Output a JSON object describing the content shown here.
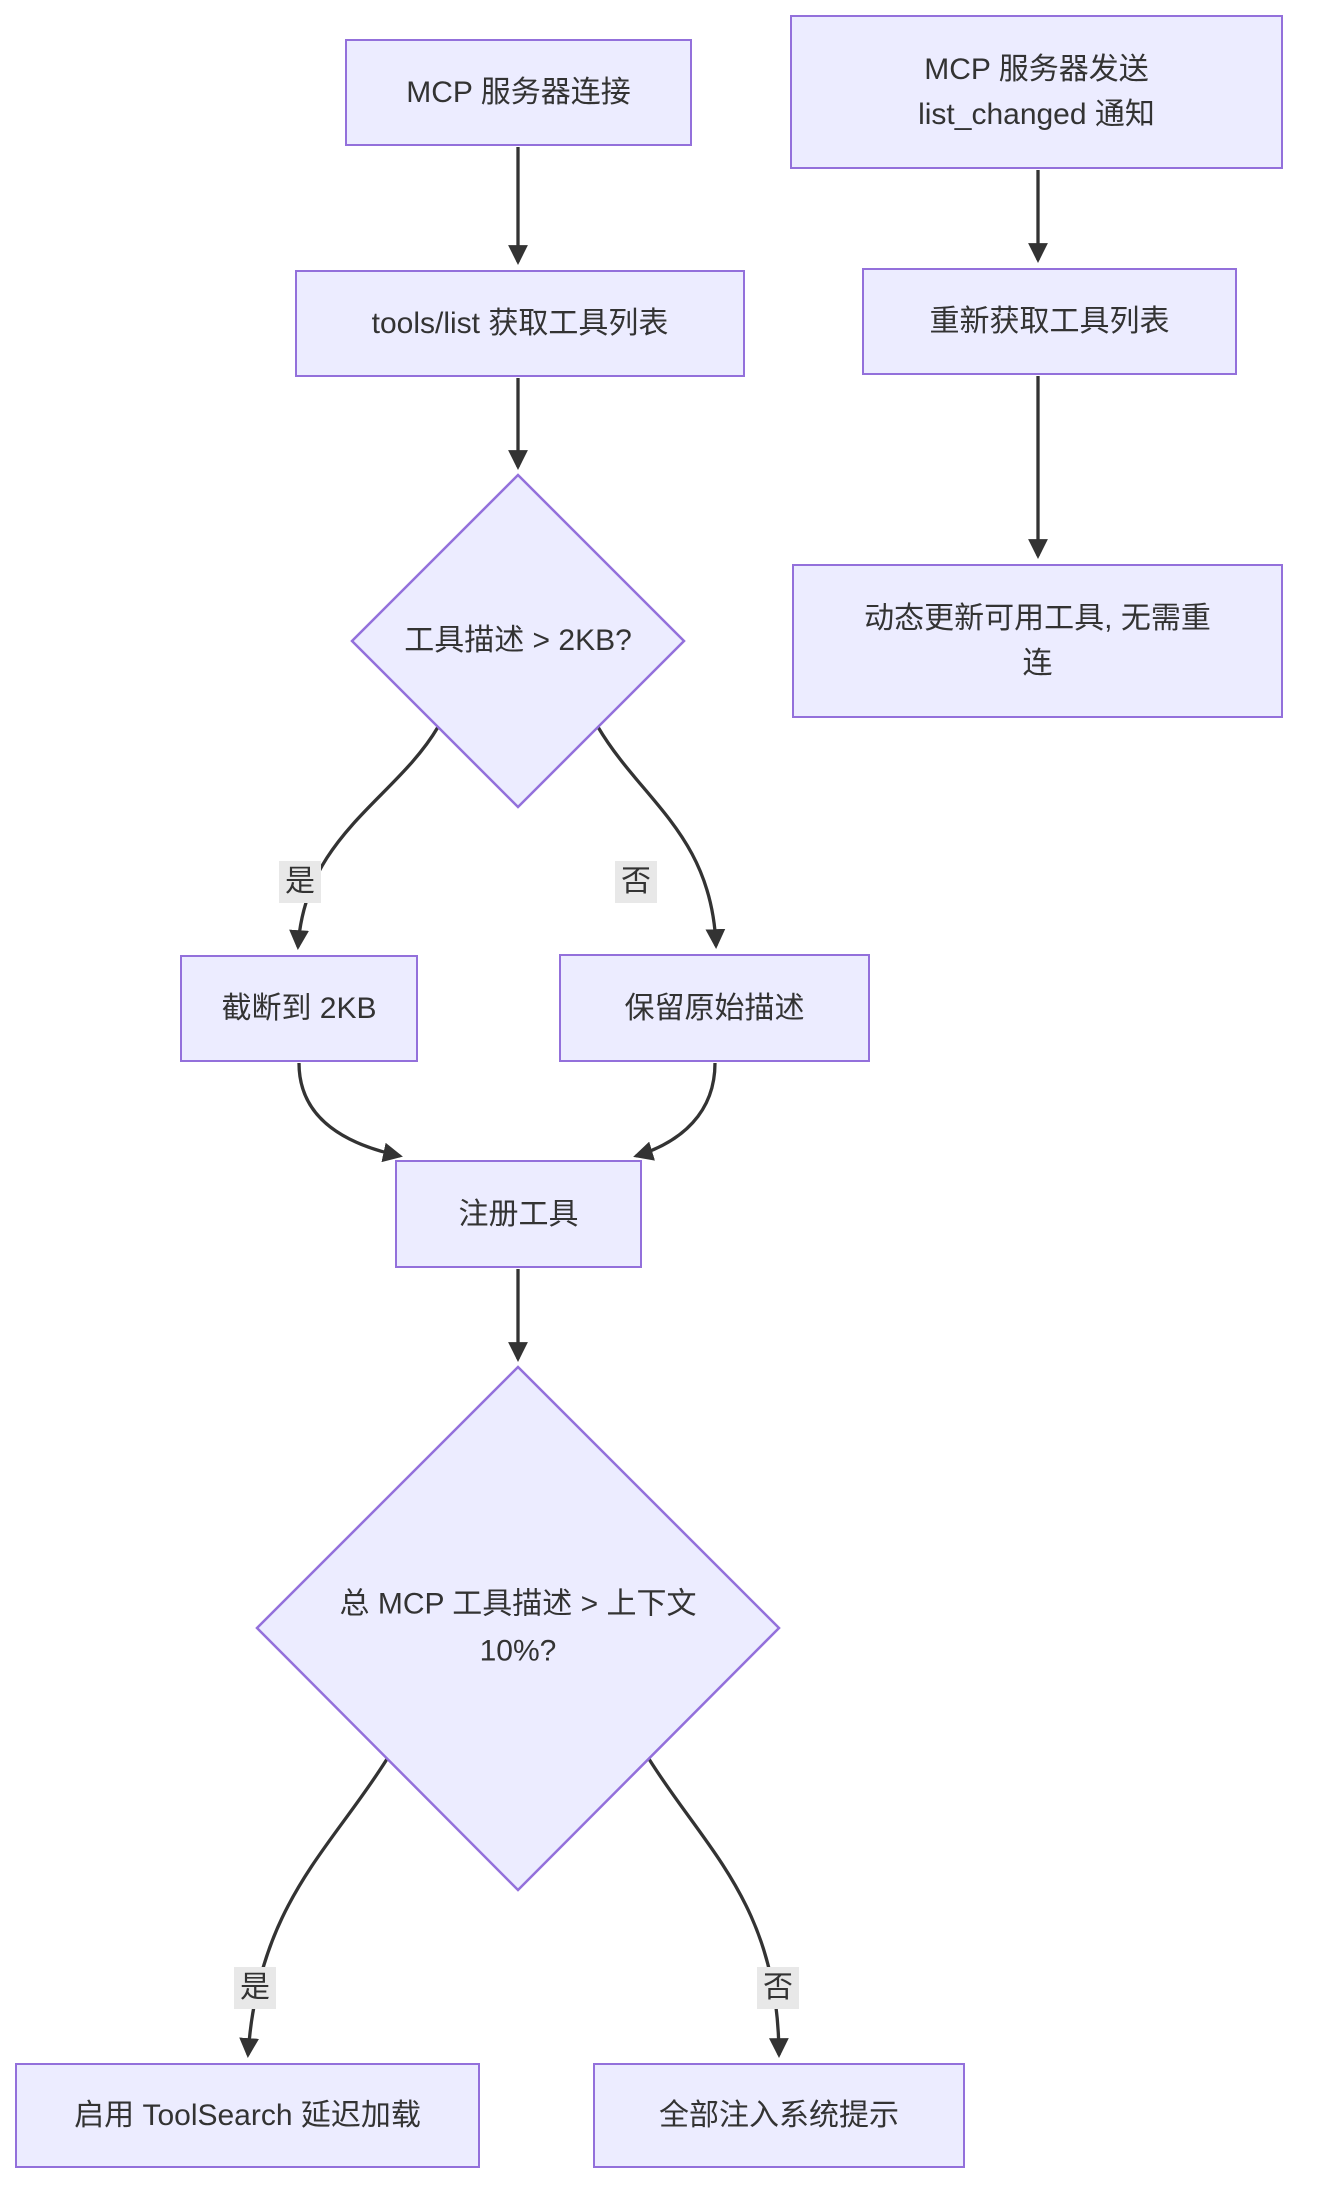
{
  "diagram": {
    "type": "flowchart-top-down",
    "nodes": {
      "connect": {
        "label": "MCP 服务器连接"
      },
      "notify": {
        "line1": "MCP 服务器发送",
        "line2": "list_changed 通知"
      },
      "tools_list": {
        "label": "tools/list 获取工具列表"
      },
      "refetch": {
        "label": "重新获取工具列表"
      },
      "dynamic_update": {
        "line1": "动态更新可用工具, 无需重",
        "line2": "连"
      },
      "desc_check": {
        "label": "工具描述 > 2KB?"
      },
      "truncate": {
        "label": "截断到 2KB"
      },
      "keep": {
        "label": "保留原始描述"
      },
      "register": {
        "label": "注册工具"
      },
      "context_check": {
        "line1": "总 MCP 工具描述 > 上下文",
        "line2": "10%?"
      },
      "toolsearch": {
        "label": "启用 ToolSearch 延迟加载"
      },
      "inject_all": {
        "label": "全部注入系统提示"
      }
    },
    "edge_labels": {
      "yes1": "是",
      "no1": "否",
      "yes2": "是",
      "no2": "否"
    },
    "edges": [
      {
        "from": "connect",
        "to": "tools_list",
        "label": ""
      },
      {
        "from": "tools_list",
        "to": "desc_check",
        "label": ""
      },
      {
        "from": "desc_check",
        "to": "truncate",
        "label": "是"
      },
      {
        "from": "desc_check",
        "to": "keep",
        "label": "否"
      },
      {
        "from": "truncate",
        "to": "register",
        "label": ""
      },
      {
        "from": "keep",
        "to": "register",
        "label": ""
      },
      {
        "from": "register",
        "to": "context_check",
        "label": ""
      },
      {
        "from": "context_check",
        "to": "toolsearch",
        "label": "是"
      },
      {
        "from": "context_check",
        "to": "inject_all",
        "label": "否"
      },
      {
        "from": "notify",
        "to": "refetch",
        "label": ""
      },
      {
        "from": "refetch",
        "to": "dynamic_update",
        "label": ""
      }
    ],
    "colors": {
      "node_fill": "#ECECFF",
      "node_border": "#9370DB",
      "edge": "#333333",
      "text": "#333333",
      "label_bg": "#e8e8e8",
      "background": "#ffffff"
    }
  }
}
